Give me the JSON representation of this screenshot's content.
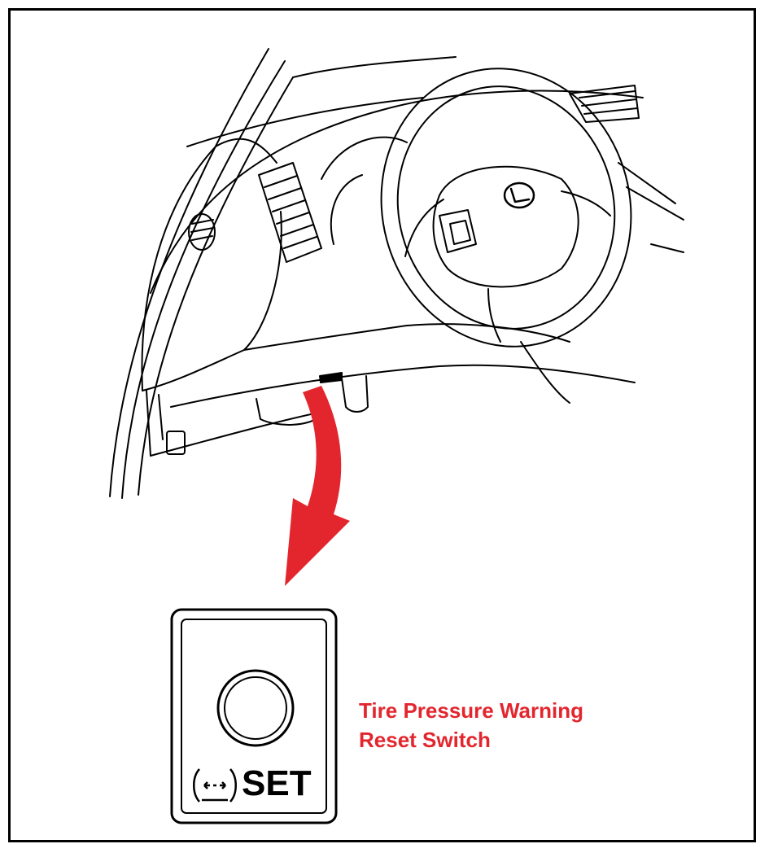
{
  "callout": {
    "line1": "Tire Pressure Warning",
    "line2": "Reset Switch"
  },
  "switch_panel": {
    "label": "SET",
    "icon": "tpms-warning-icon"
  },
  "brand_emblem": "lexus-emblem-icon",
  "arrow_color": "#e3262e",
  "text_color": "#e3262e"
}
